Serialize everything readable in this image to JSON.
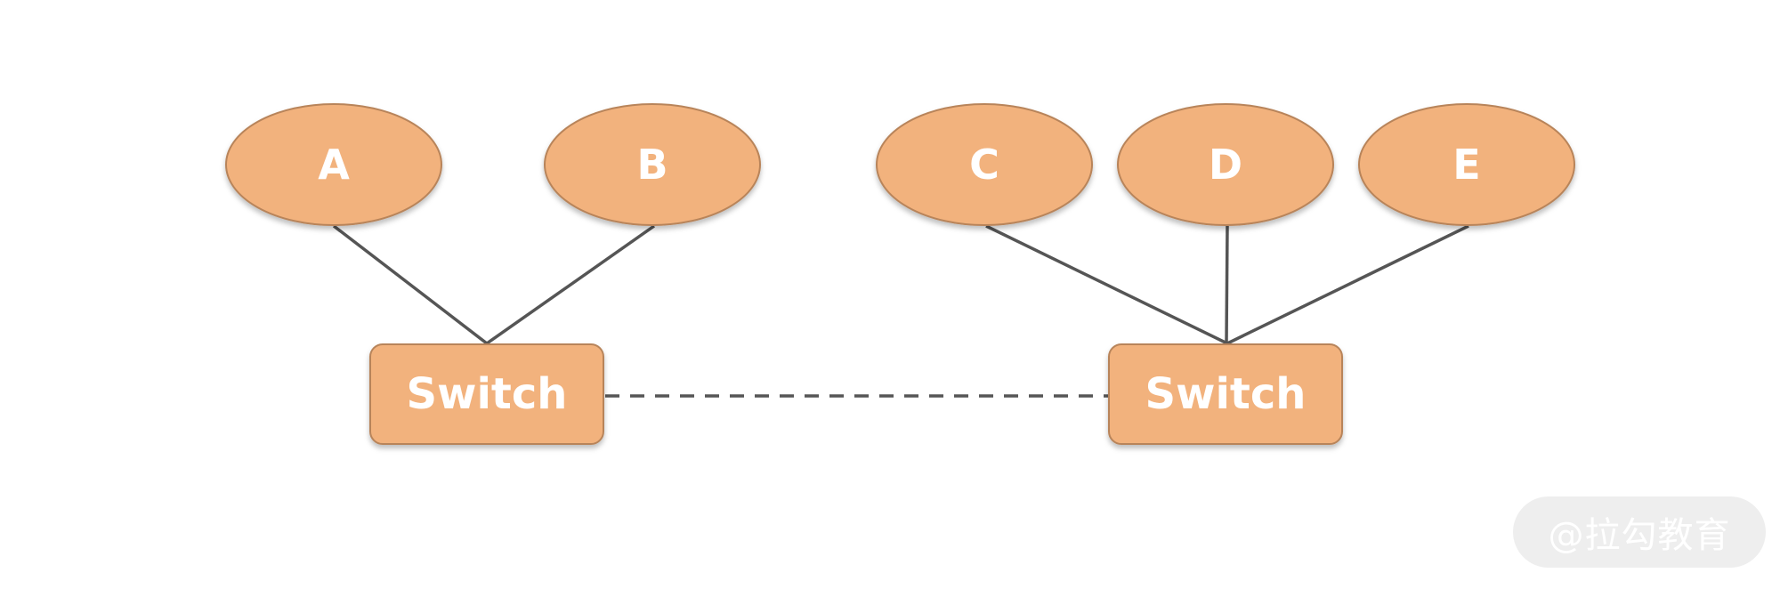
{
  "diagram": {
    "nodes": {
      "a": "A",
      "b": "B",
      "c": "C",
      "d": "D",
      "e": "E"
    },
    "switch_left": "Switch",
    "switch_right": "Switch",
    "connection_style": "dashed link between switches"
  },
  "watermark": {
    "text": "@拉勾教育"
  },
  "colors": {
    "node_fill": "#F2B27D",
    "node_stroke": "#B8845A",
    "line": "#555555",
    "label": "#FFFFFF",
    "watermark_bg": "#EEEEEE"
  }
}
